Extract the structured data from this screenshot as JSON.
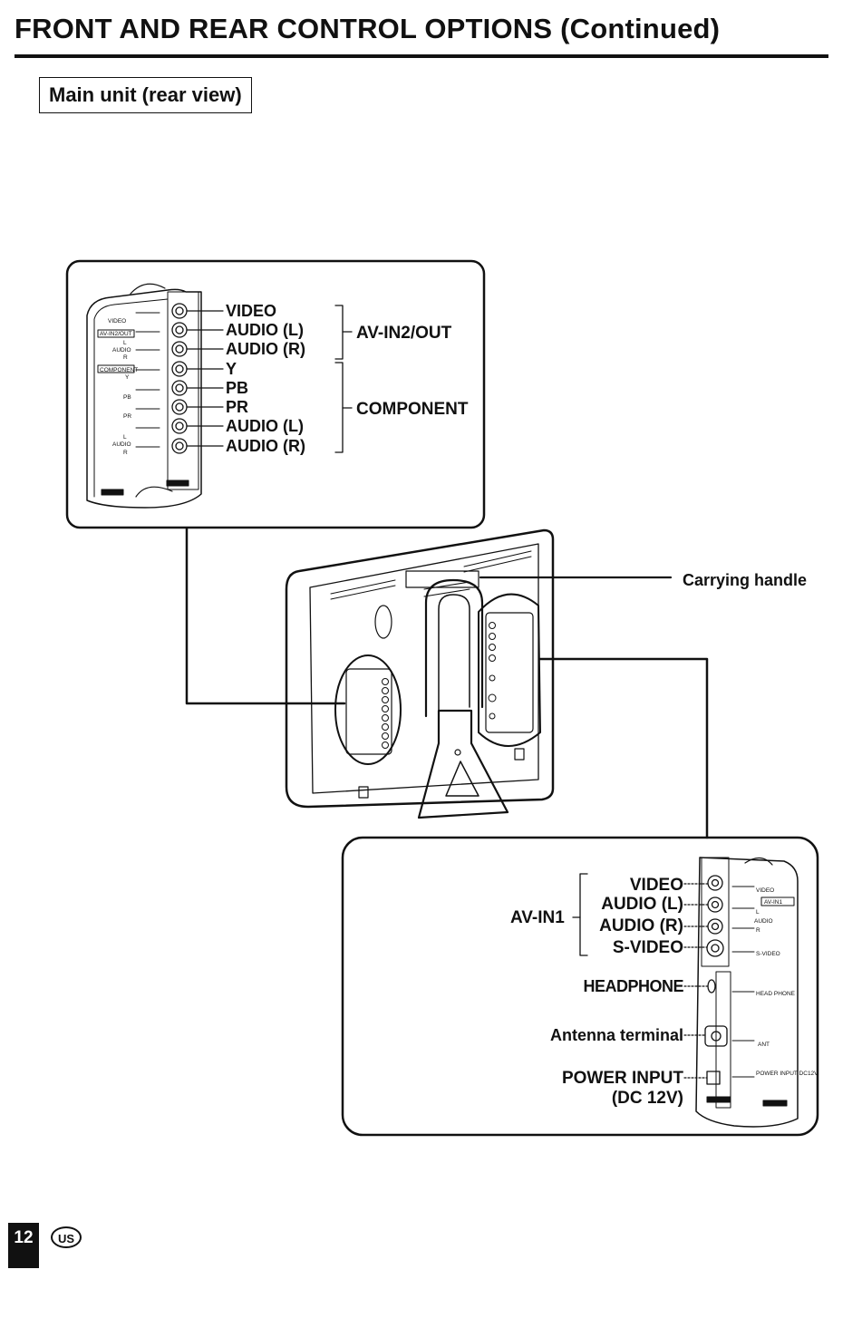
{
  "header": {
    "title": "FRONT AND REAR CONTROL OPTIONS (Continued)",
    "section": "Main unit (rear view)"
  },
  "top_panel": {
    "jacks": [
      "VIDEO",
      "AUDIO (L)",
      "AUDIO (R)",
      "Y",
      "PB",
      "PR",
      "AUDIO (L)",
      "AUDIO (R)"
    ],
    "groups": [
      "AV-IN2/OUT",
      "COMPONENT"
    ],
    "panel_marks": [
      "VIDEO",
      "AV-IN2/OUT",
      "L",
      "AUDIO",
      "R",
      "COMPONENT",
      "Y",
      "PB",
      "PR",
      "L",
      "AUDIO",
      "R"
    ]
  },
  "callouts": {
    "carrying_handle": "Carrying handle"
  },
  "bottom_panel": {
    "group": "AV-IN1",
    "jacks": [
      "VIDEO",
      "AUDIO (L)",
      "AUDIO (R)",
      "S-VIDEO"
    ],
    "headphone": "HEADPHONE",
    "antenna": "Antenna terminal",
    "power_line1": "POWER INPUT",
    "power_line2": "(DC 12V)",
    "panel_marks": [
      "VIDEO",
      "AV-IN1",
      "L",
      "AUDIO",
      "R",
      "S-VIDEO",
      "HEAD PHONE",
      "ANT",
      "POWER INPUT DC12V"
    ]
  },
  "footer": {
    "page_number": "12",
    "region": "US"
  }
}
